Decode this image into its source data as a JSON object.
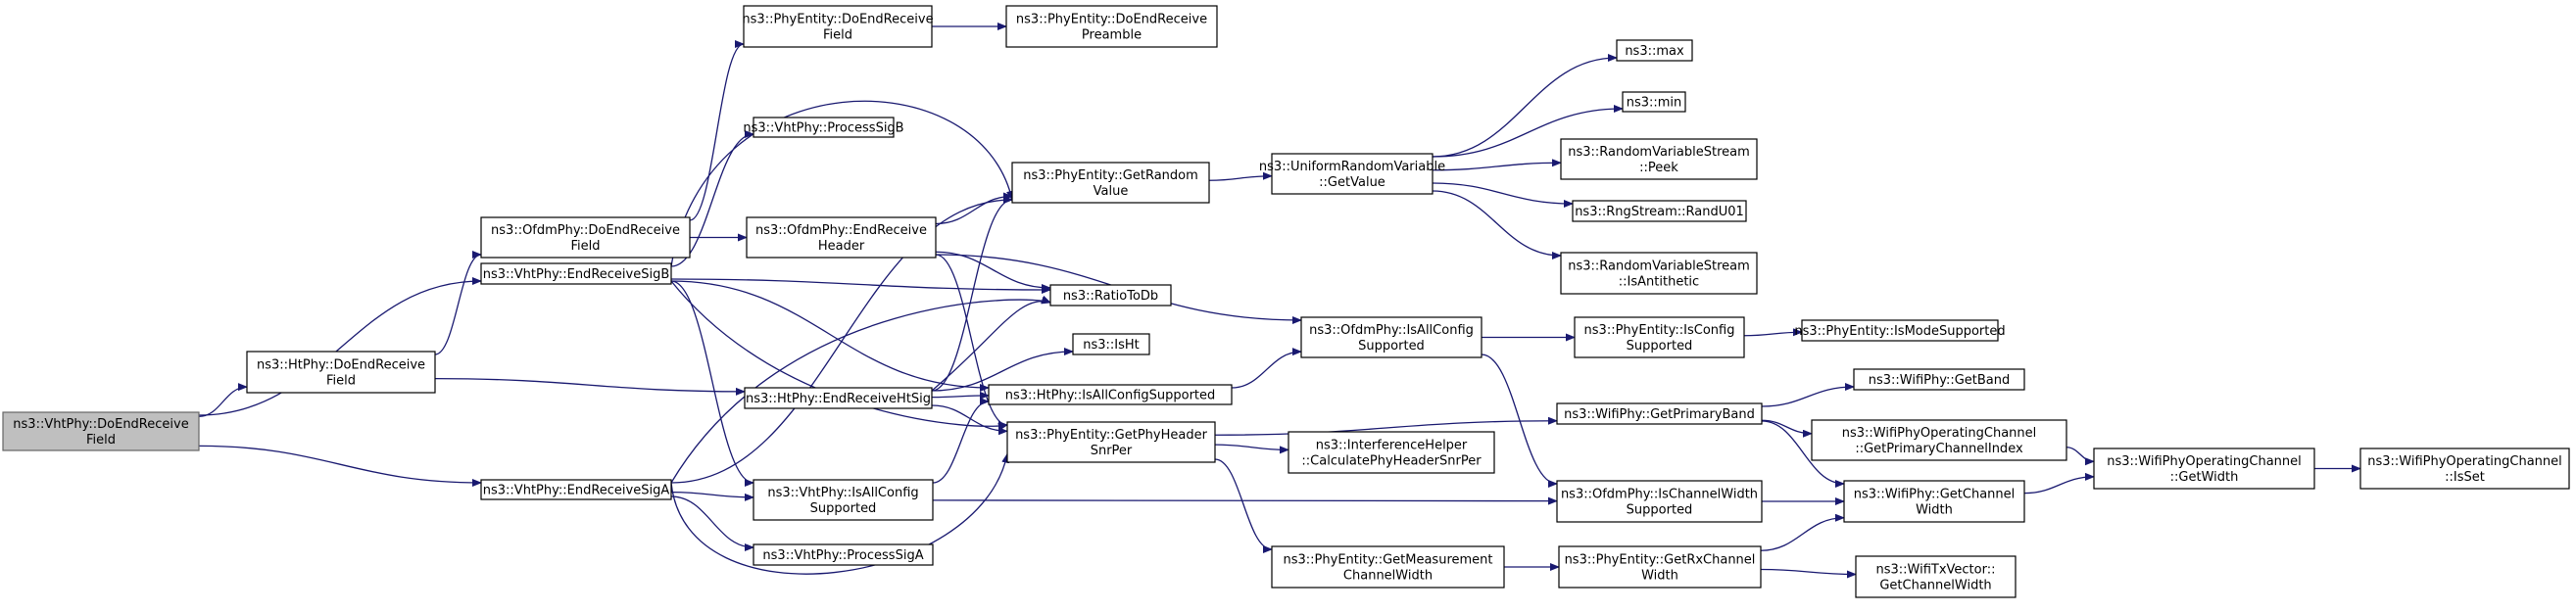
{
  "colors": {
    "edge": "#191970",
    "root_fill": "#bfbfbf",
    "node_fill": "#ffffff",
    "border": "#000000"
  },
  "nodes": [
    {
      "id": "n0",
      "lines": [
        "ns3::VhtPhy::DoEndReceive",
        "Field"
      ],
      "root": true
    },
    {
      "id": "n1",
      "lines": [
        "ns3::HtPhy::DoEndReceive",
        "Field"
      ]
    },
    {
      "id": "n2",
      "lines": [
        "ns3::VhtPhy::EndReceiveSigB"
      ]
    },
    {
      "id": "n3",
      "lines": [
        "ns3::VhtPhy::EndReceiveSigA"
      ]
    },
    {
      "id": "n4",
      "lines": [
        "ns3::OfdmPhy::DoEndReceive",
        "Field"
      ]
    },
    {
      "id": "n5",
      "lines": [
        "ns3::HtPhy::EndReceiveHtSig"
      ]
    },
    {
      "id": "n6",
      "lines": [
        "ns3::PhyEntity::DoEndReceive",
        "Field"
      ]
    },
    {
      "id": "n7",
      "lines": [
        "ns3::VhtPhy::ProcessSigB"
      ]
    },
    {
      "id": "n8",
      "lines": [
        "ns3::OfdmPhy::EndReceive",
        "Header"
      ]
    },
    {
      "id": "n9",
      "lines": [
        "ns3::VhtPhy::IsAllConfig",
        "Supported"
      ]
    },
    {
      "id": "n10",
      "lines": [
        "ns3::VhtPhy::ProcessSigA"
      ]
    },
    {
      "id": "n11",
      "lines": [
        "ns3::PhyEntity::DoEndReceive",
        "Preamble"
      ]
    },
    {
      "id": "n12",
      "lines": [
        "ns3::PhyEntity::GetRandom",
        "Value"
      ]
    },
    {
      "id": "n13",
      "lines": [
        "ns3::RatioToDb"
      ]
    },
    {
      "id": "n14",
      "lines": [
        "ns3::IsHt"
      ]
    },
    {
      "id": "n15",
      "lines": [
        "ns3::HtPhy::IsAllConfigSupported"
      ]
    },
    {
      "id": "n16",
      "lines": [
        "ns3::PhyEntity::GetPhyHeader",
        "SnrPer"
      ]
    },
    {
      "id": "n17",
      "lines": [
        "ns3::UniformRandomVariable",
        "::GetValue"
      ]
    },
    {
      "id": "n18",
      "lines": [
        "ns3::OfdmPhy::IsAllConfig",
        "Supported"
      ]
    },
    {
      "id": "n19",
      "lines": [
        "ns3::InterferenceHelper",
        "::CalculatePhyHeaderSnrPer"
      ]
    },
    {
      "id": "n20",
      "lines": [
        "ns3::PhyEntity::GetMeasurement",
        "ChannelWidth"
      ]
    },
    {
      "id": "n21",
      "lines": [
        "ns3::max"
      ]
    },
    {
      "id": "n22",
      "lines": [
        "ns3::min"
      ]
    },
    {
      "id": "n23",
      "lines": [
        "ns3::RandomVariableStream",
        "::Peek"
      ]
    },
    {
      "id": "n24",
      "lines": [
        "ns3::RngStream::RandU01"
      ]
    },
    {
      "id": "n25",
      "lines": [
        "ns3::RandomVariableStream",
        "::IsAntithetic"
      ]
    },
    {
      "id": "n26",
      "lines": [
        "ns3::PhyEntity::IsConfig",
        "Supported"
      ]
    },
    {
      "id": "n27",
      "lines": [
        "ns3::WifiPhy::GetPrimaryBand"
      ]
    },
    {
      "id": "n28",
      "lines": [
        "ns3::OfdmPhy::IsChannelWidth",
        "Supported"
      ]
    },
    {
      "id": "n29",
      "lines": [
        "ns3::PhyEntity::GetRxChannel",
        "Width"
      ]
    },
    {
      "id": "n30",
      "lines": [
        "ns3::PhyEntity::IsModeSupported"
      ]
    },
    {
      "id": "n31",
      "lines": [
        "ns3::WifiPhy::GetBand"
      ]
    },
    {
      "id": "n32",
      "lines": [
        "ns3::WifiPhyOperatingChannel",
        "::GetPrimaryChannelIndex"
      ]
    },
    {
      "id": "n33",
      "lines": [
        "ns3::WifiPhy::GetChannel",
        "Width"
      ]
    },
    {
      "id": "n34",
      "lines": [
        "ns3::WifiTxVector::",
        "GetChannelWidth"
      ]
    },
    {
      "id": "n35",
      "lines": [
        "ns3::WifiPhyOperatingChannel",
        "::GetWidth"
      ]
    },
    {
      "id": "n36",
      "lines": [
        "ns3::WifiPhyOperatingChannel",
        "::IsSet"
      ]
    }
  ],
  "edges": [
    [
      "n0",
      "n1"
    ],
    [
      "n0",
      "n2"
    ],
    [
      "n0",
      "n3"
    ],
    [
      "n1",
      "n4"
    ],
    [
      "n1",
      "n5"
    ],
    [
      "n2",
      "n7"
    ],
    [
      "n2",
      "n12"
    ],
    [
      "n2",
      "n13"
    ],
    [
      "n2",
      "n9"
    ],
    [
      "n2",
      "n16"
    ],
    [
      "n2",
      "n15"
    ],
    [
      "n3",
      "n12"
    ],
    [
      "n3",
      "n13"
    ],
    [
      "n3",
      "n9"
    ],
    [
      "n3",
      "n10"
    ],
    [
      "n3",
      "n16"
    ],
    [
      "n4",
      "n6"
    ],
    [
      "n4",
      "n8"
    ],
    [
      "n5",
      "n12"
    ],
    [
      "n5",
      "n13"
    ],
    [
      "n5",
      "n14"
    ],
    [
      "n5",
      "n15"
    ],
    [
      "n5",
      "n16"
    ],
    [
      "n6",
      "n11"
    ],
    [
      "n8",
      "n12"
    ],
    [
      "n8",
      "n13"
    ],
    [
      "n8",
      "n18"
    ],
    [
      "n8",
      "n16"
    ],
    [
      "n9",
      "n15"
    ],
    [
      "n9",
      "n28"
    ],
    [
      "n12",
      "n17"
    ],
    [
      "n15",
      "n18"
    ],
    [
      "n16",
      "n27"
    ],
    [
      "n16",
      "n19"
    ],
    [
      "n16",
      "n20"
    ],
    [
      "n17",
      "n21"
    ],
    [
      "n17",
      "n22"
    ],
    [
      "n17",
      "n23"
    ],
    [
      "n17",
      "n24"
    ],
    [
      "n17",
      "n25"
    ],
    [
      "n18",
      "n26"
    ],
    [
      "n18",
      "n28"
    ],
    [
      "n20",
      "n29"
    ],
    [
      "n26",
      "n30"
    ],
    [
      "n27",
      "n31"
    ],
    [
      "n27",
      "n32"
    ],
    [
      "n27",
      "n33"
    ],
    [
      "n28",
      "n33"
    ],
    [
      "n29",
      "n33"
    ],
    [
      "n29",
      "n34"
    ],
    [
      "n32",
      "n35"
    ],
    [
      "n33",
      "n35"
    ],
    [
      "n35",
      "n36"
    ]
  ]
}
